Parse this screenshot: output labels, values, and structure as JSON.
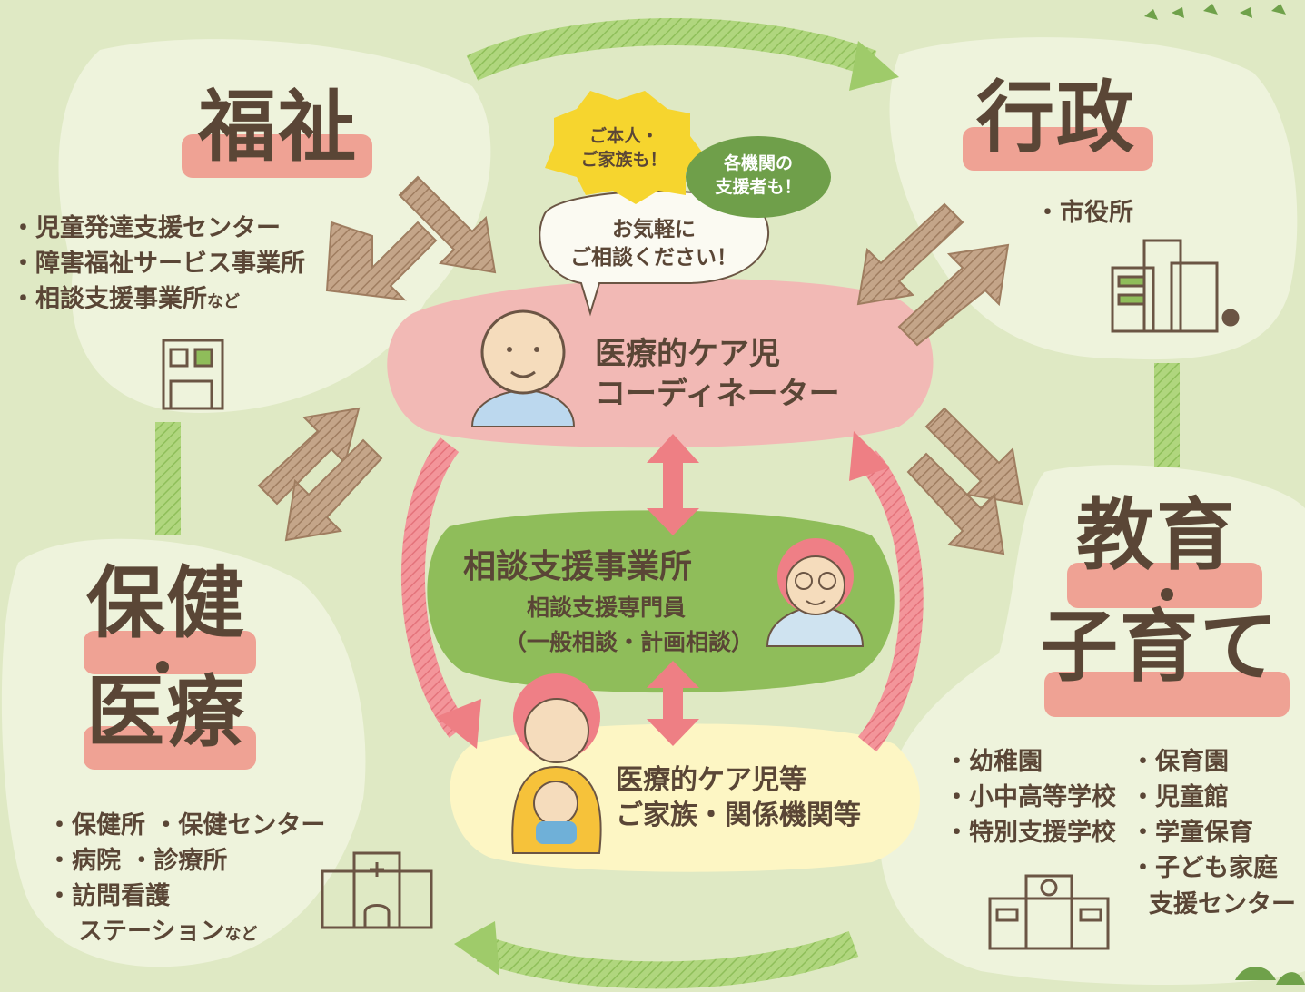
{
  "sectors": {
    "welfare": {
      "title": "福祉",
      "items": [
        "・児童発達支援センター",
        "・障害福祉サービス事業所",
        "・相談支援事業所"
      ],
      "items_suffix": "など"
    },
    "administration": {
      "title": "行政",
      "items": [
        "・市役所"
      ]
    },
    "health_medical": {
      "title_line1": "保健",
      "title_line2": "医療",
      "items": [
        "・保健所 ・保健センター",
        "・病院 ・診療所",
        "・訪問看護",
        "ステーション"
      ],
      "items_suffix": "など"
    },
    "education_childcare": {
      "title_line1": "教育",
      "title_line2": "子育て",
      "items_left": [
        "・幼稚園",
        "・小中高等学校",
        "・特別支援学校"
      ],
      "items_right": [
        "・保育園",
        "・児童館",
        "・学童保育",
        "・子ども家庭",
        "支援センター"
      ]
    }
  },
  "bubbles": {
    "yellow": [
      "ご本人・",
      "ご家族も！"
    ],
    "green": [
      "各機関の",
      "支援者も！"
    ],
    "white": [
      "お気軽に",
      "ご相談ください！"
    ]
  },
  "coordinator": {
    "line1": "医療的ケア児",
    "line2": "コーディネーター"
  },
  "consult_office": {
    "title": "相談支援事業所",
    "sub1": "相談支援専門員",
    "sub2": "（一般相談・計画相談）"
  },
  "families": {
    "line1": "医療的ケア児等",
    "line2": "ご家族・関係機関等"
  },
  "colors": {
    "background": "#dfe9c4",
    "sector_blob": "#eef3dc",
    "coordinator_blob": "#f2b9b5",
    "consult_blob": "#8fbd5a",
    "family_blob": "#fdf6c4",
    "brown_arrow": "#b08f72",
    "pink_arrow": "#ee7f84",
    "green_arrow": "#9fcb6a",
    "title_highlight": "#ee9387",
    "text": "#5a4636"
  },
  "icons": [
    "welfare-building-icon",
    "city-hall-icon",
    "hospital-icon",
    "school-icon",
    "coordinator-person-icon",
    "consultant-person-icon",
    "mother-baby-icon",
    "leaf-icon"
  ]
}
